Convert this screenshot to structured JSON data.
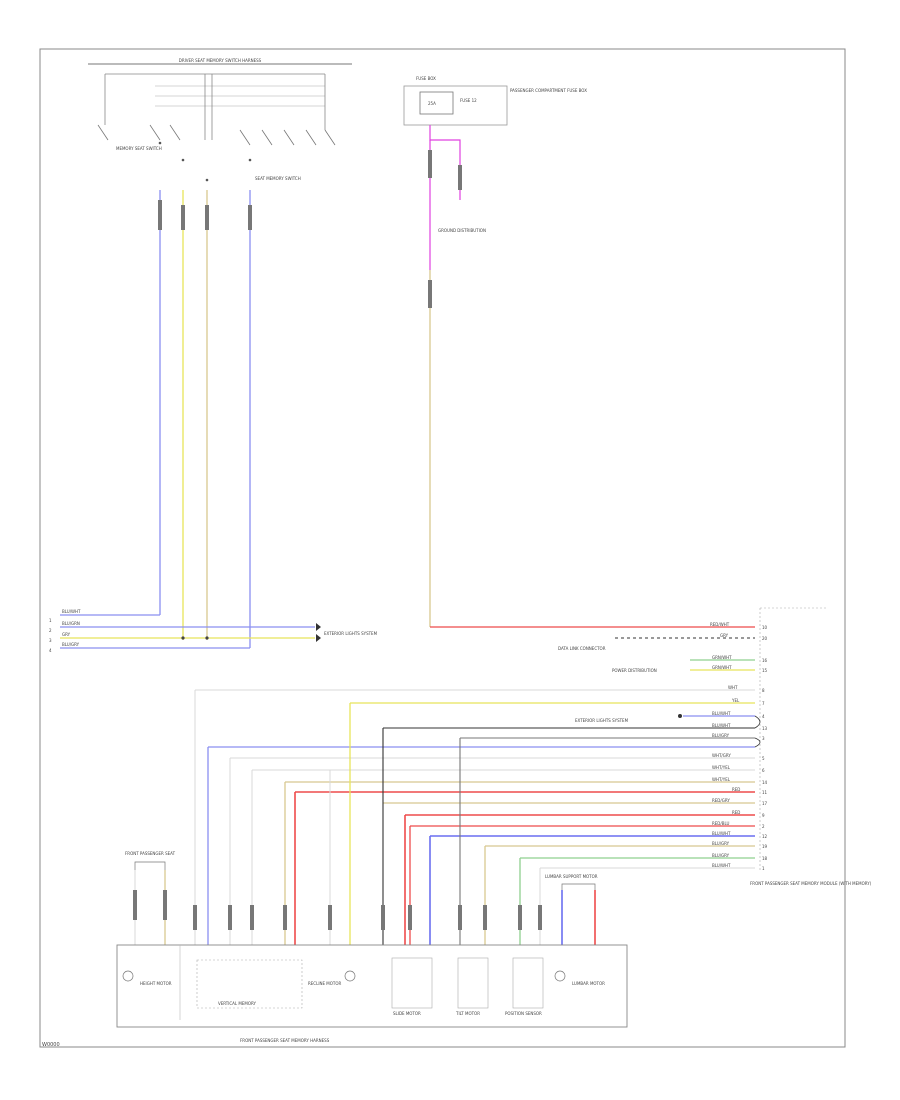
{
  "title": "",
  "header": {
    "bar_label": "DRIVER SEAT MEMORY SWITCH HARNESS"
  },
  "top_left": {
    "switch_a_label": "MEMORY SEAT SWITCH",
    "switch_b_label": "SEAT MEMORY SWITCH"
  },
  "top_right": {
    "fuse_box_label": "FUSE BOX",
    "fuse_text": "25A",
    "fuse_caption": "FUSE 12",
    "side_label": "PASSENGER COMPARTMENT FUSE BOX",
    "ground_label": "GROUND DISTRIBUTION"
  },
  "left_mid": {
    "wires": [
      "BLU/WHT",
      "BLU/GRN",
      "GRY",
      "BLU/GRY"
    ],
    "pins": [
      "1",
      "2",
      "3",
      "4"
    ],
    "ref_label": "EXTERIOR LIGHTS SYSTEM"
  },
  "right_module": {
    "label": "FRONT PASSENGER SEAT MEMORY MODULE (WITH MEMORY)",
    "callouts": [
      "DATA LINK CONNECTOR",
      "POWER DISTRIBUTION",
      "EXTERIOR LIGHTS SYSTEM"
    ],
    "wire_labels": [
      "RED/WHT",
      "GRY",
      "GRN/WHT",
      "GRN/WHT",
      "WHT",
      "YEL",
      "BLU/WHT",
      "BLU/WHT",
      "BLU/GRY",
      "WHT/GRY",
      "WHT/YEL",
      "WHT/YEL",
      "RED",
      "RED/GRY",
      "RED",
      "RED/BLU",
      "BLU/WHT",
      "BLU/GRY",
      "BLU/GRY",
      "BLU/WHT"
    ],
    "pin_labels": [
      "10",
      "20",
      "16",
      "15",
      "8",
      "7",
      "4",
      "13",
      "3",
      "5",
      "6",
      "14",
      "11",
      "17",
      "9",
      "2",
      "12",
      "19",
      "18",
      "1"
    ]
  },
  "bottom": {
    "harness_label": "FRONT PASSENGER SEAT MEMORY HARNESS",
    "left_callout": "FRONT PASSENGER SEAT",
    "right_callout": "LUMBAR SUPPORT MOTOR",
    "component_labels": [
      "HEIGHT MOTOR",
      "RECLINE MOTOR",
      "SLIDE MOTOR",
      "TILT MOTOR",
      "POSITION SENSOR",
      "LUMBAR MOTOR"
    ],
    "internal_label": "VERTICAL MEMORY"
  },
  "footer": {
    "code": "W0000"
  },
  "colors": {
    "blue": "#8a8ff0",
    "yellow": "#e8e45a",
    "tan": "#d8c890",
    "red": "#ee4b4b",
    "pink": "#e040e0",
    "green": "#8fd08f",
    "gray": "#9a9a9a",
    "black": "#333333",
    "white_wire": "#d8d8d8"
  }
}
